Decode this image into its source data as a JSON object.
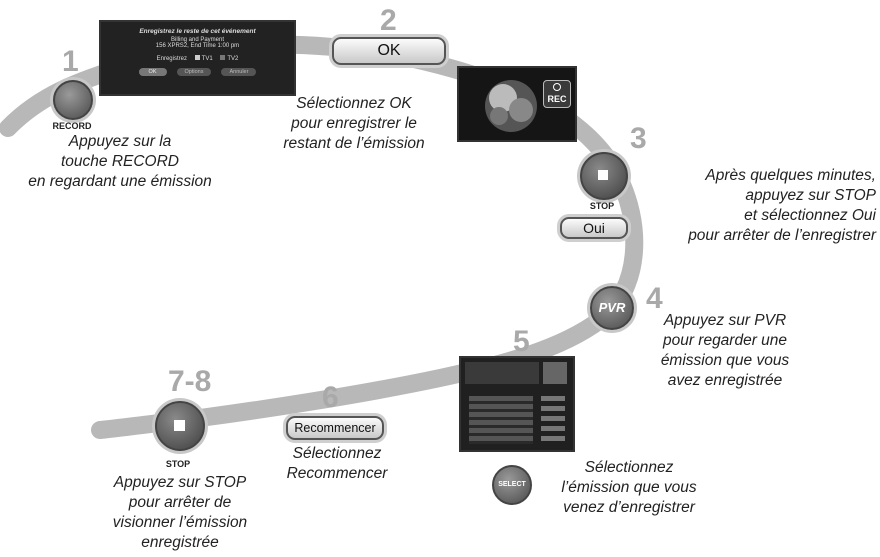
{
  "steps": {
    "s1": {
      "number": "1",
      "button_label": "RECORD",
      "caption": [
        "Appuyez sur la",
        "touche RECORD",
        "en regardant une émission"
      ]
    },
    "s2": {
      "number": "2",
      "button_label": "OK",
      "caption": [
        "Sélectionnez OK",
        "pour enregistrer le",
        "restant de l’émission"
      ]
    },
    "s3": {
      "number": "3",
      "button_label": "STOP",
      "pill_label": "Oui",
      "caption": [
        "Après quelques minutes,",
        "appuyez sur STOP",
        "et sélectionnez Oui",
        "pour arrêter de l’enregistrer"
      ]
    },
    "s4": {
      "number": "4",
      "button_label": "PVR",
      "caption": [
        "Appuyez sur PVR",
        "pour regarder une",
        "émission que vous",
        "avez enregistrée"
      ]
    },
    "s5": {
      "number": "5",
      "button_label": "SELECT",
      "caption": [
        "Sélectionnez",
        "l’émission que vous",
        "venez d’enregistrer"
      ]
    },
    "s6": {
      "number": "6",
      "pill_label": "Recommencer",
      "caption": [
        "Sélectionnez",
        "Recommencer"
      ]
    },
    "s78": {
      "number": "7-8",
      "button_label": "STOP",
      "caption": [
        "Appuyez sur STOP",
        "pour arrêter de",
        "visionner l’émission",
        "enregistrée"
      ]
    }
  },
  "dialog": {
    "title": "Enregistrez le reste de cet événement",
    "line1": "Billing and Payment",
    "line2": "156 XPRS2, End Time 1:00 pm",
    "record_to": "Enregistrez",
    "options": [
      "TV1",
      "TV2"
    ],
    "buttons": [
      "OK",
      "Options",
      "Annuler"
    ]
  },
  "rec_badge": "REC",
  "colors": {
    "track": "#b8b8b8",
    "number": "#a9a9a9",
    "button_dark": "#5a5a5a"
  }
}
